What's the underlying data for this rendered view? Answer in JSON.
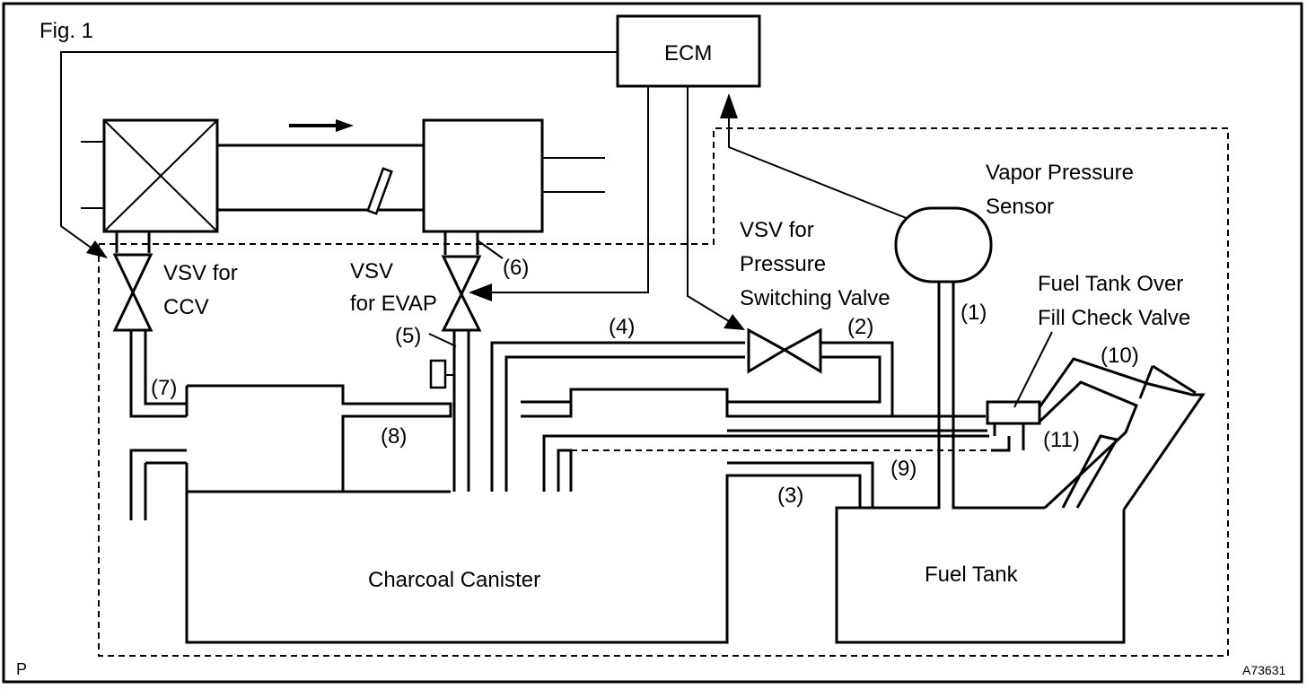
{
  "labels": {
    "fig": "Fig. 1",
    "ecm": "ECM",
    "vapor_sensor_line1": "Vapor Pressure",
    "vapor_sensor_line2": "Sensor",
    "vsv_psv_line1": "VSV for",
    "vsv_psv_line2": "Pressure",
    "vsv_psv_line3": "Switching Valve",
    "vsv_ccv_line1": "VSV for",
    "vsv_ccv_line2": "CCV",
    "vsv_evap_line1": "VSV",
    "vsv_evap_line2": "for EVAP",
    "fill_valve_line1": "Fuel Tank Over",
    "fill_valve_line2": "Fill Check Valve",
    "charcoal_canister": "Charcoal Canister",
    "fuel_tank": "Fuel Tank",
    "corner_p": "P",
    "doc_code": "A73631"
  },
  "callouts": {
    "c1": "(1)",
    "c2": "(2)",
    "c3": "(3)",
    "c4": "(4)",
    "c5": "(5)",
    "c6": "(6)",
    "c7": "(7)",
    "c8": "(8)",
    "c9": "(9)",
    "c10": "(10)",
    "c11": "(11)"
  }
}
